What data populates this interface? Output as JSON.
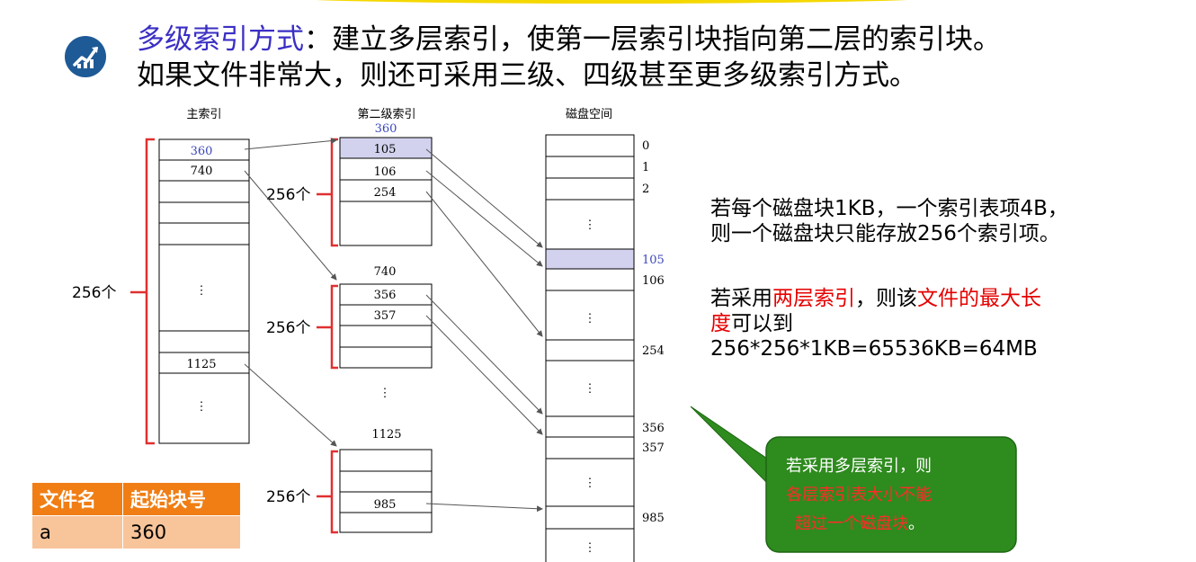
{
  "heading": {
    "highlight": "多级索引方式",
    "line1_rest": "：建立多层索引，使第一层索引块指向第二层的索引块。",
    "line2": "如果文件非常大，则还可采用三级、四级甚至更多级索引方式。"
  },
  "diagram": {
    "main_index_header": "主索引",
    "second_index_header": "第二级索引",
    "disk_header": "磁盘空间",
    "main_entries": [
      "360",
      "740",
      "1125"
    ],
    "main_ellipsis": "⋮",
    "groups": [
      {
        "label": "360",
        "entries": [
          "105",
          "106",
          "254"
        ]
      },
      {
        "label": "740",
        "entries": [
          "356",
          "357"
        ]
      },
      {
        "label": "1125",
        "entries": [
          "985"
        ]
      }
    ],
    "mid_ellipsis": "⋮",
    "disk_labels": [
      "0",
      "1",
      "2",
      "105",
      "106",
      "254",
      "356",
      "357",
      "985"
    ],
    "count_label": "256个"
  },
  "notes": {
    "note1_line1": "若每个磁盘块1KB，一个索引表项4B，",
    "note1_line2": "则一个磁盘块只能存放256个索引项。",
    "note2_a": "若采用",
    "note2_b": "两层索引",
    "note2_c": "，则该",
    "note2_d": "文件的最大长",
    "note2_e": "度",
    "note2_f": "可以到",
    "note2_line3": "256*256*1KB=65536KB=64MB"
  },
  "callout": {
    "line1": "若采用多层索引，则",
    "line2": "各层索引表大小不能",
    "line3": "超过一个磁盘块",
    "line3_end": "。"
  },
  "file_table": {
    "headers": [
      "文件名",
      "起始块号"
    ],
    "row": [
      "a",
      "360"
    ]
  },
  "colors": {
    "highlight_blue": "#3a2fc4",
    "bracket_red": "#e03030",
    "callout_green": "#2e8b1e",
    "table_orange": "#f07e14",
    "table_light": "#f8c49a",
    "selected_block": "#d2d2ee"
  }
}
